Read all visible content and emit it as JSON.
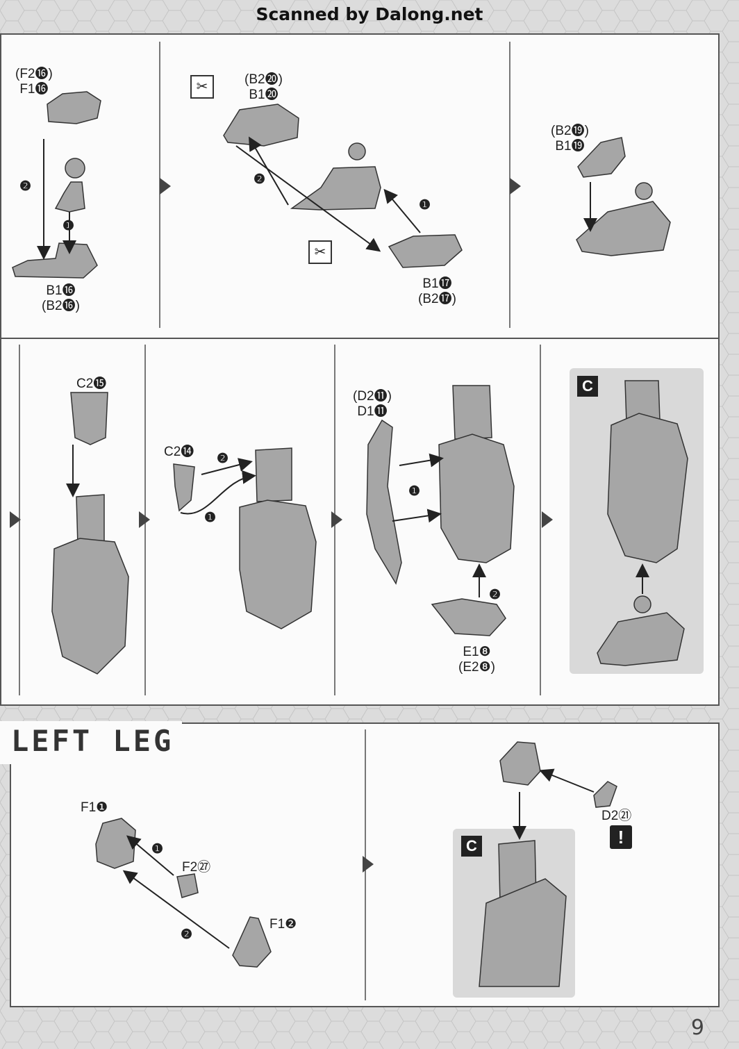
{
  "header": {
    "scan_credit": "Scanned by Dalong.net"
  },
  "section": {
    "title": "LEFT LEG"
  },
  "page": {
    "number": "9"
  },
  "labels": {
    "s1_top": "(F2⓰)\nF1⓰",
    "s1_bottom": "B1⓰\n(B2⓰)",
    "s2_top": "(B2⓴)\nB1⓴",
    "s2_bottom": "B1⓱\n(B2⓱)",
    "s3_top": "(B2⓳)\nB1⓳",
    "s4_top": "C2⓯",
    "s5_part": "C2⓮",
    "s6_top": "(D2⓫)\nD1⓫",
    "s6_bottom": "E1❽\n(E2❽)",
    "s8_f1a": "F1❶",
    "s8_f2": "F2㉗",
    "s8_f1b": "F1❷",
    "s9_d2": "D2㉑",
    "c_tag": "C",
    "warn": "!"
  },
  "steps": {
    "one": "❶",
    "two": "❷"
  },
  "colors": {
    "panel": "#fbfbfb",
    "background": "#dcdcdc",
    "part_fill": "#a6a6a6",
    "part_stroke": "#333333",
    "callout_box": "#d9d9d9"
  },
  "icons": [
    "nipper-cut-icon",
    "warning-icon",
    "arrow-right-icon",
    "step-number-icon"
  ]
}
